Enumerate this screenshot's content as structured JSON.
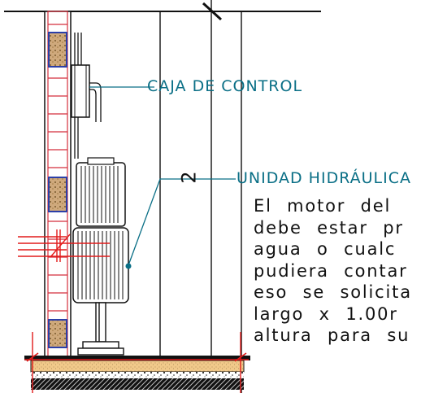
{
  "labels": {
    "control_box": "CAJA DE CONTROL",
    "hydraulic_unit": "UNIDAD HIDRÁULICA",
    "dimension": "2"
  },
  "note_lines": [
    "El motor del",
    "debe estar pr",
    "agua o cualc",
    "pudiera contar",
    "eso se solicita",
    "largo x 1.00r",
    "altura para su"
  ],
  "colors": {
    "line": "#111111",
    "leader": "#0a6f86",
    "axis": "#e21b1b",
    "brick": "#d42e3c",
    "block_fill": "#cfa97c",
    "block_border": "#2c3fa8",
    "floor_fill": "#f1c98a"
  }
}
